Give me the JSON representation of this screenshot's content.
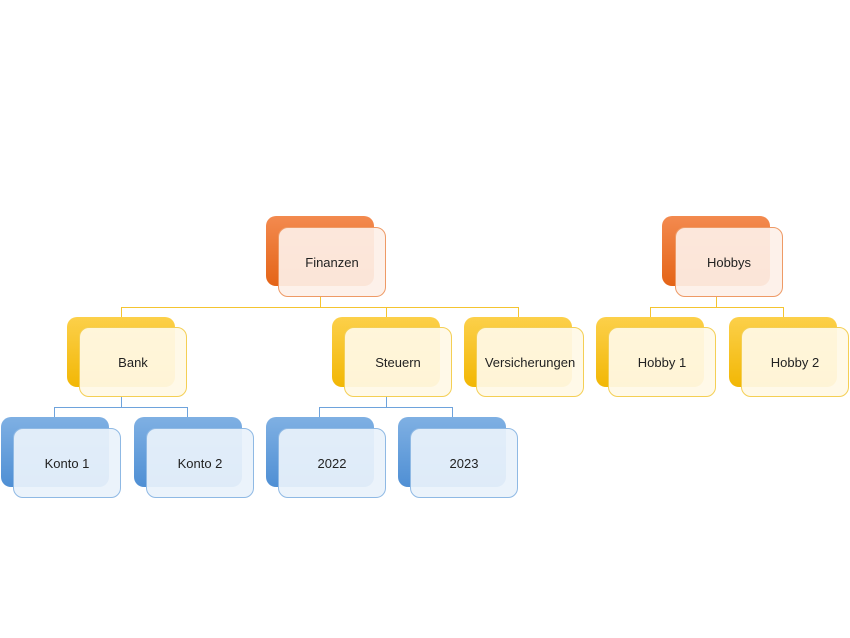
{
  "nodes": {
    "finanzen": "Finanzen",
    "bank": "Bank",
    "steuern": "Steuern",
    "versicherungen": "Versicherungen",
    "konto1": "Konto 1",
    "konto2": "Konto 2",
    "y2022": "2022",
    "y2023": "2023",
    "hobbys": "Hobbys",
    "hobby1": "Hobby 1",
    "hobby2": "Hobby 2"
  },
  "colors": {
    "level1": "#e46417",
    "level2": "#f2b705",
    "level3": "#4f8fd4"
  }
}
